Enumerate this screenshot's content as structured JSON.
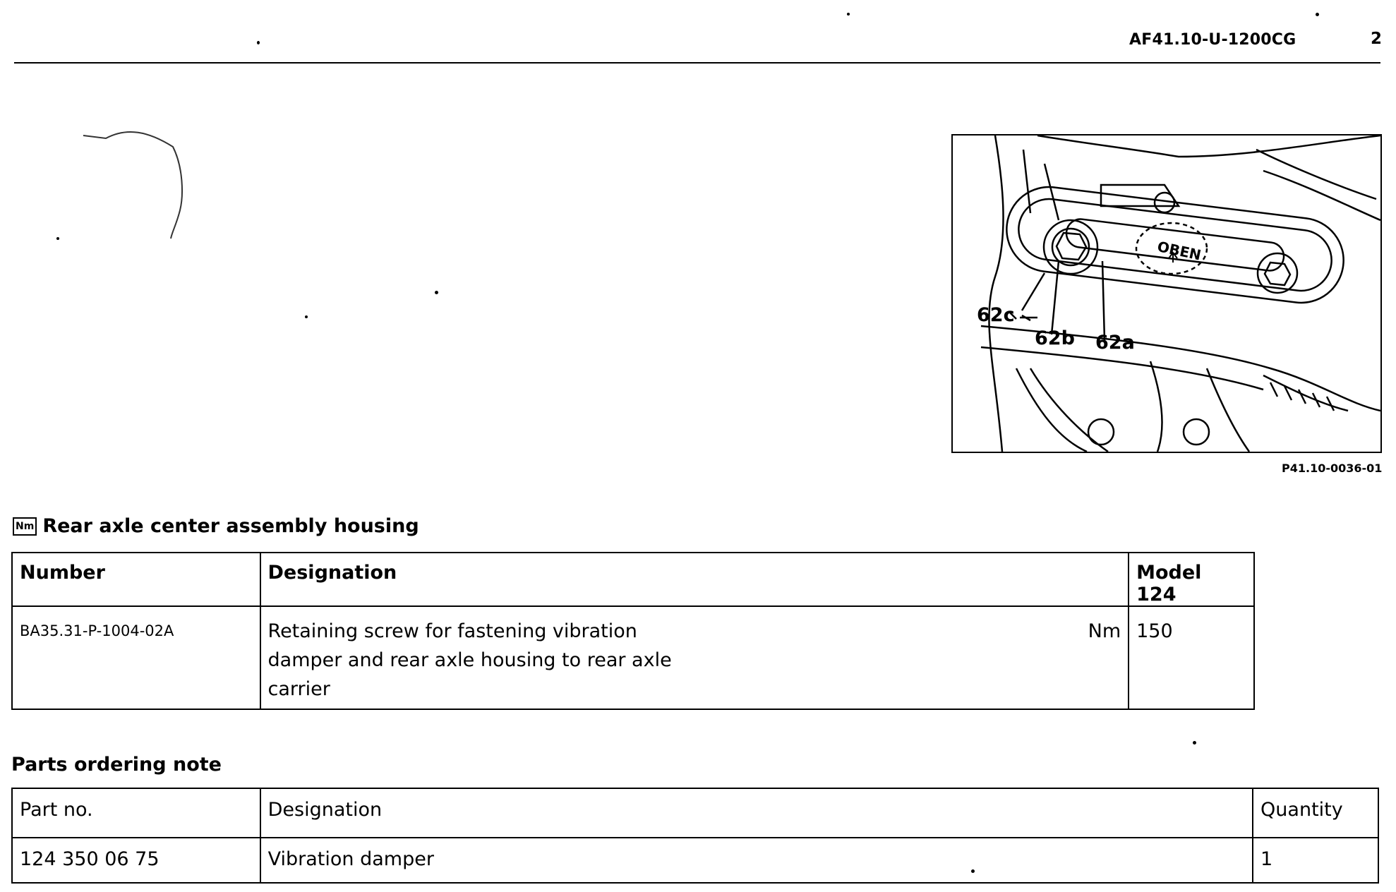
{
  "header": {
    "doc_id": "AF41.10-U-1200CG",
    "page_number": "2"
  },
  "figure": {
    "caption": "P41.10-0036-01",
    "labels": {
      "a": "62a",
      "b": "62b",
      "c": "62c"
    },
    "stamp": "OBEN"
  },
  "torque_section": {
    "icon_text": "Nm",
    "title": "Rear axle center assembly housing",
    "headers": [
      "Number",
      "Designation",
      "Model 124"
    ],
    "row": {
      "number": "BA35.31-P-1004-02A",
      "designation": "Retaining screw for fastening vibration damper and rear axle housing to rear axle carrier",
      "unit": "Nm",
      "value": "150"
    }
  },
  "parts_section": {
    "title": "Parts ordering note",
    "headers": [
      "Part no.",
      "Designation",
      "Quantity"
    ],
    "row": {
      "part_no": "124 350 06 75",
      "designation": "Vibration damper",
      "quantity": "1"
    }
  }
}
